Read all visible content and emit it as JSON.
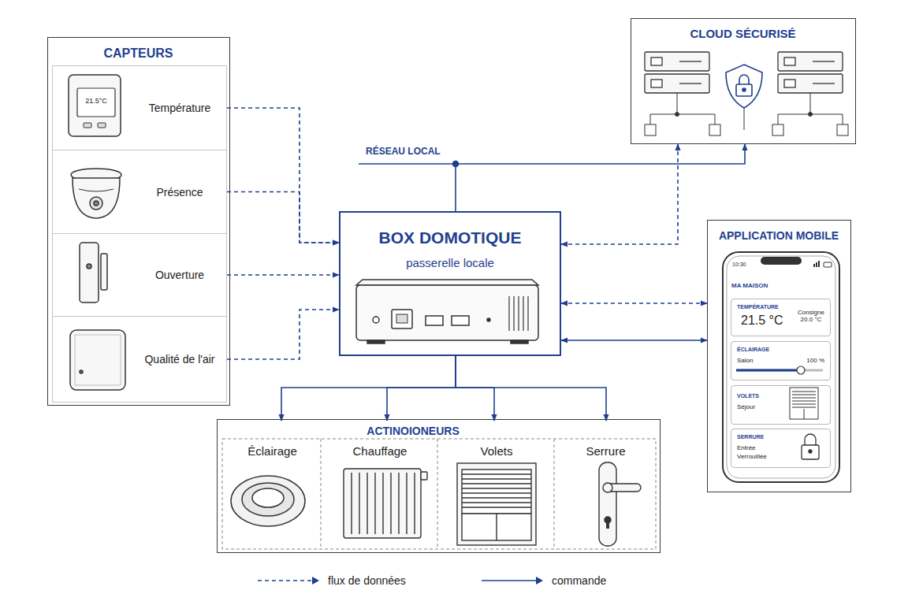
{
  "diagram": {
    "nodes": [
      {
        "text": [
          "CAPTEURS"
        ]
      },
      {
        "text": [
          "Température"
        ],
        "in": 0
      },
      {
        "text": [
          "Présence"
        ],
        "in": 0
      },
      {
        "text": [
          "Ouverture"
        ],
        "in": 0
      },
      {
        "text": [
          "Qualité de l'air"
        ],
        "in": 0
      },
      {
        "text": [
          "CLOUD SÉCURISÉ"
        ]
      },
      {
        "text": [
          "BOX DOMOTIQUE",
          "passerelle locale"
        ]
      },
      {
        "text": [
          "APPLICATION MOBILE"
        ]
      },
      {
        "text": [
          "TEMPÉRATURE",
          "21.5 °C",
          "Consigne 20.0 °C"
        ],
        "in": 7
      },
      {
        "text": [
          "ÉCLAIRAGE",
          "Salon",
          "100 %"
        ],
        "in": 7
      },
      {
        "text": [
          "VOLETS",
          "Séjour"
        ],
        "in": 7
      },
      {
        "text": [
          "SERRURE",
          "Entrée",
          "Verrouillée"
        ],
        "in": 7
      },
      {
        "text": [
          "ACTINOIONEURS"
        ]
      },
      {
        "text": [
          "Éclairage"
        ],
        "in": 12
      },
      {
        "text": [
          "Chauffage"
        ],
        "in": 12
      },
      {
        "text": [
          "Volets"
        ],
        "in": 12
      },
      {
        "text": [
          "Serrure"
        ],
        "in": 12
      }
    ],
    "edges": [
      {
        "from": 1,
        "to": 6,
        "arrow": "to"
      },
      {
        "from": 2,
        "to": 6,
        "arrow": "to"
      },
      {
        "from": 3,
        "to": 6,
        "arrow": "to"
      },
      {
        "from": 4,
        "to": 6,
        "arrow": "to"
      },
      {
        "from": 6,
        "to": 5,
        "label": "RÉSEAU LOCAL",
        "arrow": "to"
      },
      {
        "from": 6,
        "to": 5,
        "arrow": "both"
      },
      {
        "from": 6,
        "to": 7,
        "arrow": "both"
      },
      {
        "from": 6,
        "to": 7,
        "arrow": "both"
      },
      {
        "from": 6,
        "to": 13,
        "arrow": "to"
      },
      {
        "from": 6,
        "to": 14,
        "arrow": "to"
      },
      {
        "from": 6,
        "to": 15,
        "arrow": "to"
      },
      {
        "from": 6,
        "to": 16,
        "arrow": "to"
      }
    ],
    "labels": [
      "21.5°C",
      "10:30",
      "MA MAISON"
    ],
    "legend": [
      {
        "text": "flux de données"
      },
      {
        "text": "commande"
      }
    ]
  }
}
